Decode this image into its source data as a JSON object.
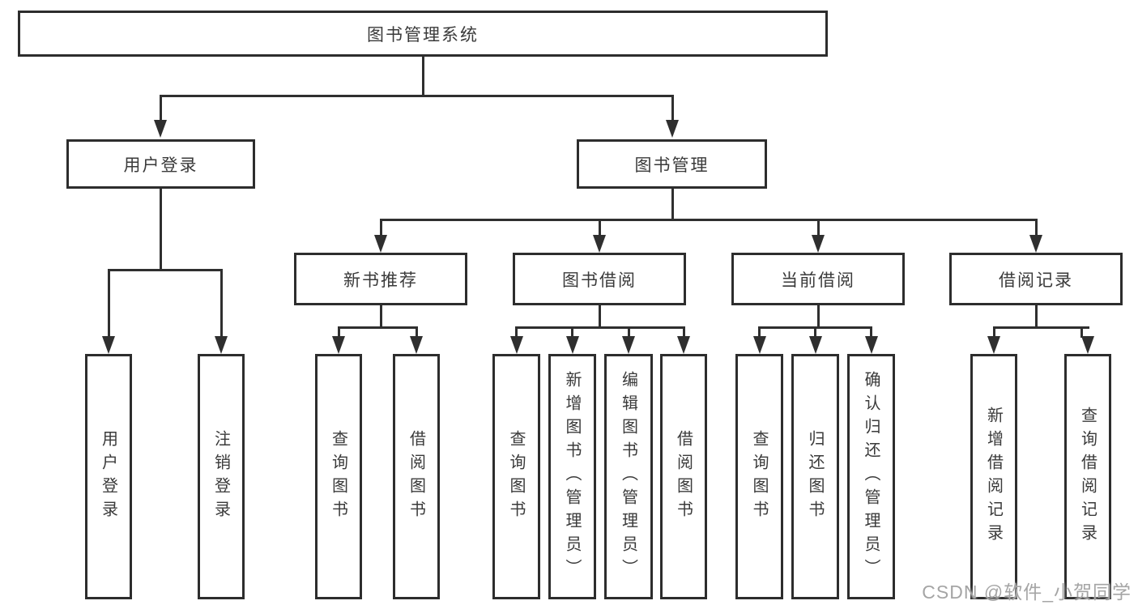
{
  "root": {
    "label": "图书管理系统"
  },
  "user_login": {
    "label": "用户登录",
    "children": [
      {
        "label": "用户登录"
      },
      {
        "label": "注销登录"
      }
    ]
  },
  "book_mgmt": {
    "label": "图书管理",
    "groups": [
      {
        "label": "新书推荐",
        "children": [
          {
            "label": "查询图书"
          },
          {
            "label": "借阅图书"
          }
        ]
      },
      {
        "label": "图书借阅",
        "children": [
          {
            "label": "查询图书"
          },
          {
            "label": "新增图书（管理员）"
          },
          {
            "label": "编辑图书（管理员）"
          },
          {
            "label": "借阅图书"
          }
        ]
      },
      {
        "label": "当前借阅",
        "children": [
          {
            "label": "查询图书"
          },
          {
            "label": "归还图书"
          },
          {
            "label": "确认归还（管理员）"
          }
        ]
      },
      {
        "label": "借阅记录",
        "children": [
          {
            "label": "新增借阅记录"
          },
          {
            "label": "查询借阅记录"
          }
        ]
      }
    ]
  },
  "watermark": "CSDN @软件_小贺同学",
  "colors": {
    "line": "#2f2f2f",
    "border": "#2d2d2d",
    "text": "#3a3a3a",
    "watermark": "#a5a5a5"
  }
}
